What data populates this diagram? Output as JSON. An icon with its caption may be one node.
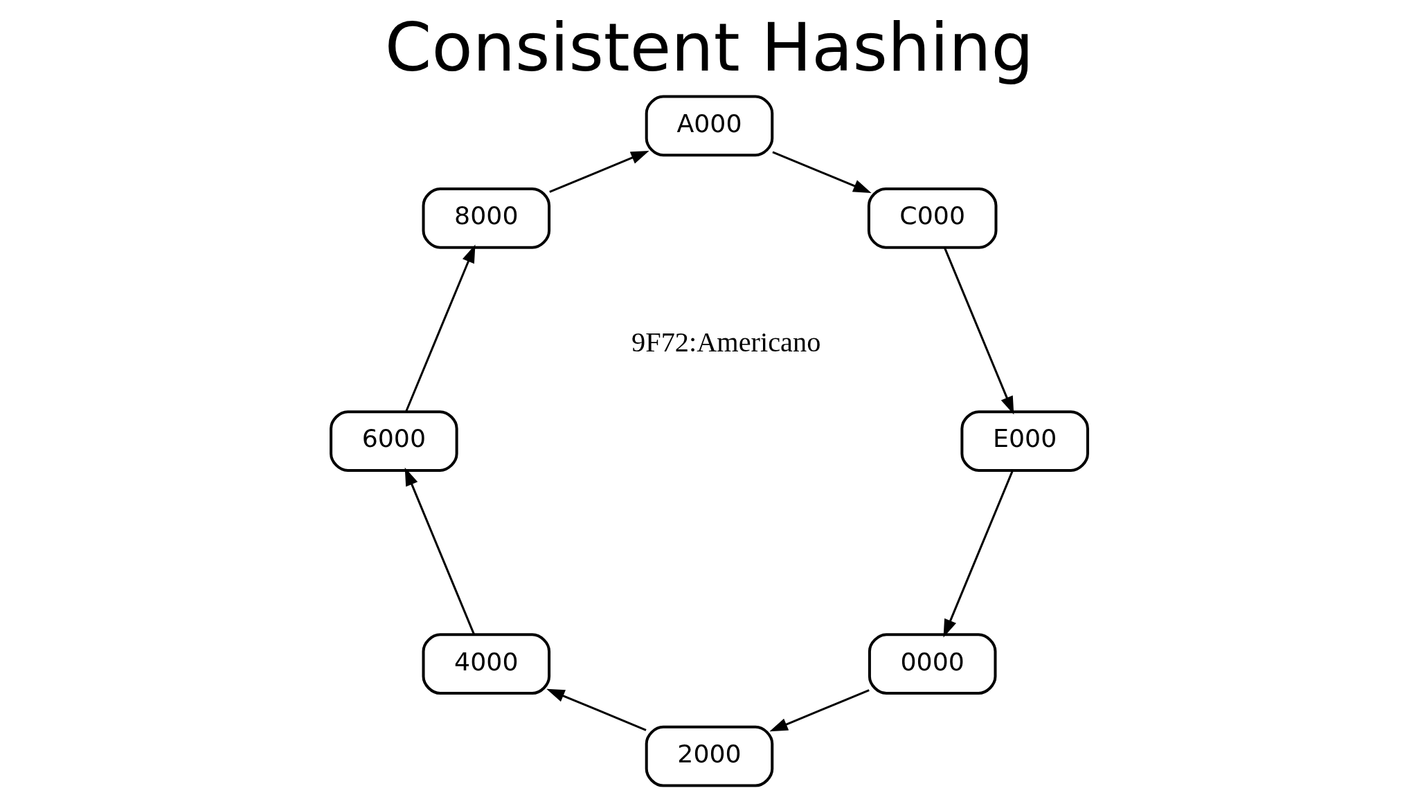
{
  "diagram": {
    "title": "Consistent Hashing",
    "nodes": [
      {
        "text": [
          "0000"
        ]
      },
      {
        "text": [
          "2000"
        ]
      },
      {
        "text": [
          "4000"
        ]
      },
      {
        "text": [
          "6000"
        ]
      },
      {
        "text": [
          "8000"
        ]
      },
      {
        "text": [
          "A000"
        ]
      },
      {
        "text": [
          "C000"
        ]
      },
      {
        "text": [
          "E000"
        ]
      }
    ],
    "edges": [
      {
        "from": 0,
        "to": 1,
        "arrow": "to"
      },
      {
        "from": 1,
        "to": 2,
        "arrow": "to"
      },
      {
        "from": 2,
        "to": 3,
        "arrow": "to"
      },
      {
        "from": 3,
        "to": 4,
        "arrow": "to"
      },
      {
        "from": 4,
        "to": 5,
        "arrow": "to"
      },
      {
        "from": 5,
        "to": 6,
        "arrow": "to"
      },
      {
        "from": 6,
        "to": 7,
        "arrow": "to"
      },
      {
        "from": 7,
        "to": 0,
        "arrow": "to"
      }
    ],
    "labels": [
      "9F72:Americano"
    ]
  }
}
